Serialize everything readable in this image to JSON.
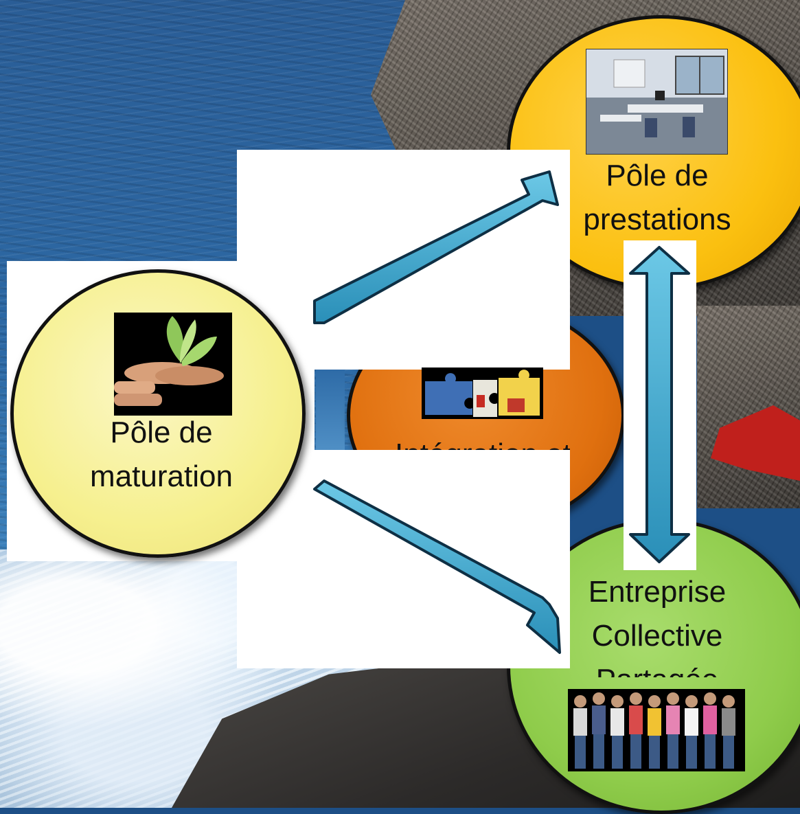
{
  "nodes": {
    "maturation": {
      "label_lines": [
        "Pôle de",
        "maturation"
      ],
      "color": "#f6f08f",
      "picture": "plant-in-hands"
    },
    "prestations": {
      "label_lines": [
        "Pôle de",
        "prestations"
      ],
      "color": "#fbc010",
      "picture": "office-room"
    },
    "integration": {
      "label_lines": [
        "Intégration et"
      ],
      "color": "#e0700f",
      "picture": "puzzle-pieces"
    },
    "entreprise": {
      "label_lines": [
        "Entreprise",
        "Collective",
        "Partagée"
      ],
      "color": "#8fcc4b",
      "picture": "group-of-people"
    }
  },
  "arrows": {
    "color": "#3aa8d0",
    "items": [
      {
        "from": "maturation",
        "to": "prestations",
        "style": "single-head"
      },
      {
        "from": "maturation",
        "to": "entreprise",
        "style": "single-head"
      },
      {
        "from": "prestations",
        "to": "entreprise",
        "style": "double-head"
      }
    ]
  }
}
